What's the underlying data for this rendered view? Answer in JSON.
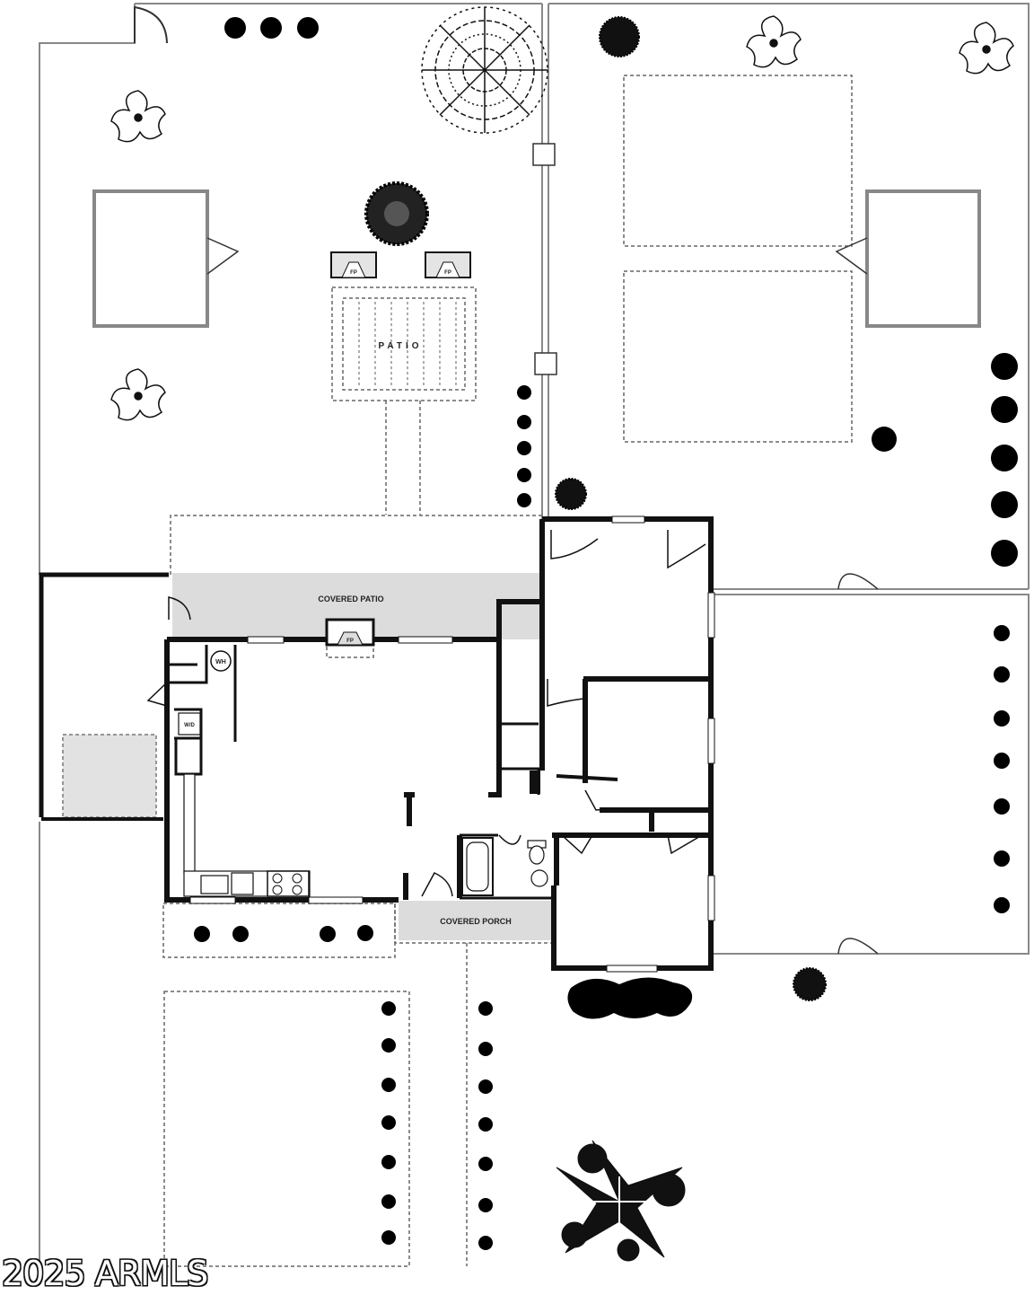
{
  "labels": {
    "patio": "PATIO",
    "covered_patio": "COVERED PATIO",
    "covered_porch": "COVERED PORCH",
    "fireplace": "FP",
    "water_heater": "WH",
    "washer_dryer": "W/D"
  },
  "watermark": "2025 ARMLS",
  "colors": {
    "wall": "#111111",
    "property_line": "#888888",
    "dashed": "#777777",
    "covered_fill": "#dcdcdc",
    "shrub": "#000000"
  },
  "icons": [
    "tree-icon",
    "shrub-icon",
    "flower-icon",
    "door-swing-icon",
    "bathtub-icon",
    "toilet-icon",
    "sink-icon",
    "range-icon"
  ]
}
